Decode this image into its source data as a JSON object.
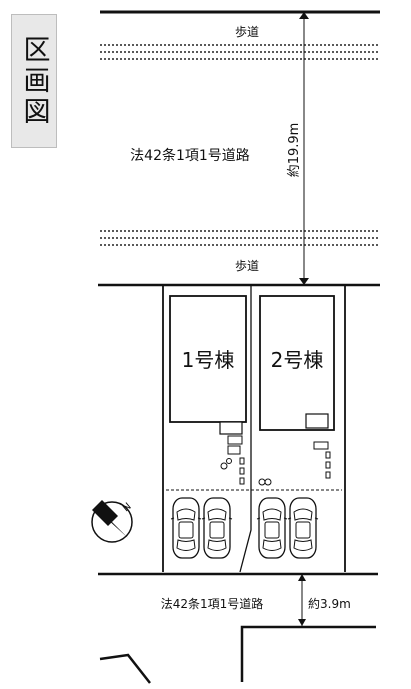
{
  "title": "区画図",
  "road_top": {
    "sidewalk_top_label": "歩道",
    "name": "法42条1項1号道路",
    "width_label": "約19.9m",
    "sidewalk_bottom_label": "歩道"
  },
  "lots": [
    {
      "label": "1号棟"
    },
    {
      "label": "2号棟"
    }
  ],
  "road_bottom": {
    "name": "法42条1項1号道路",
    "width_label": "約3.9m"
  },
  "icons": {
    "north_arrow": "compass-north-arrow-icon",
    "car": "car-icon"
  },
  "colors": {
    "line": "#111111",
    "building": "#ffffff",
    "title_bg": "#e8e8e8"
  }
}
